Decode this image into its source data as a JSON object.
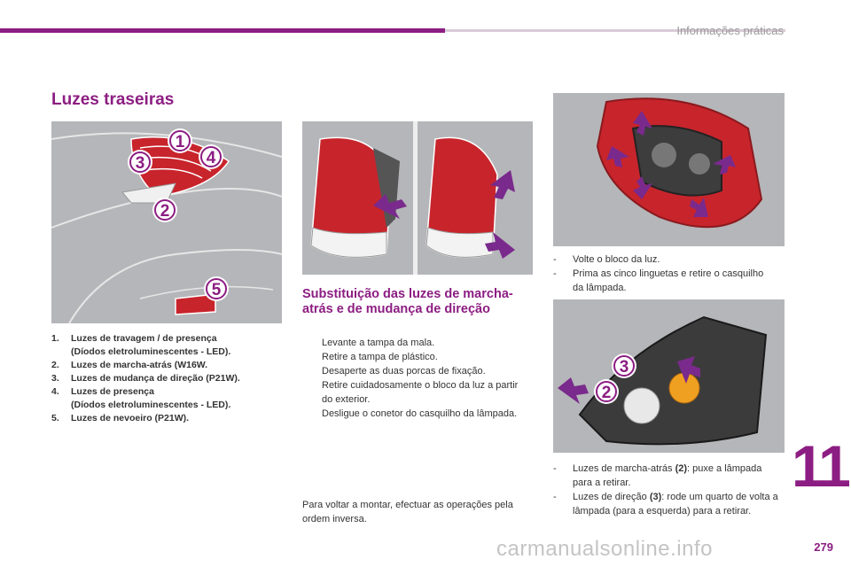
{
  "header": {
    "section": "Informações práticas"
  },
  "title": "Luzes traseiras",
  "legend": [
    {
      "num": "1.",
      "text": "Luzes de travagem / de presença",
      "sub": "(Díodos eletroluminescentes - LED)."
    },
    {
      "num": "2.",
      "text": "Luzes de marcha-atrás (W16W.",
      "sub": ""
    },
    {
      "num": "3.",
      "text": "Luzes de mudança de direção (P21W).",
      "sub": ""
    },
    {
      "num": "4.",
      "text": "Luzes de presença",
      "sub": "(Díodos eletroluminescentes - LED)."
    },
    {
      "num": "5.",
      "text": "Luzes de nevoeiro (P21W).",
      "sub": ""
    }
  ],
  "subtitle": "Substituição das luzes de marcha-atrás e de mudança de direção",
  "steps": [
    "Levante a tampa da mala.",
    "Retire a tampa de plástico.",
    "Desaperte as duas porcas de fixação.",
    "Retire cuidadosamente o bloco da luz a partir do exterior.",
    "Desligue o conetor do casquilho da lâmpada."
  ],
  "step_bullet": "",
  "reassemble": "Para voltar a montar, efectuar as operações pela ordem inversa.",
  "right_steps_1": [
    "Volte o bloco da luz.",
    "Prima as cinco linguetas e retire o casquilho da lâmpada."
  ],
  "right_steps_2": [
    {
      "before": "Luzes de marcha-atrás ",
      "bold": "(2)",
      "after": ": puxe a lâmpada para a retirar."
    },
    {
      "before": "Luzes de direção ",
      "bold": "(3)",
      "after": ": rode um quarto de volta a lâmpada (para a esquerda) para a retirar."
    }
  ],
  "dash": "-",
  "image_labels": {
    "car_callouts": [
      "1",
      "3",
      "4",
      "2",
      "5"
    ],
    "bulb_callouts": [
      "3",
      "2"
    ]
  },
  "chapter_number": "11",
  "page_number": "279",
  "watermark": "carmanualsonline.info",
  "colors": {
    "accent": "#8c1d82",
    "arrow": "#7a2a8c",
    "lamp_red": "#c8242c",
    "photo_bg": "#b5b6b9"
  }
}
